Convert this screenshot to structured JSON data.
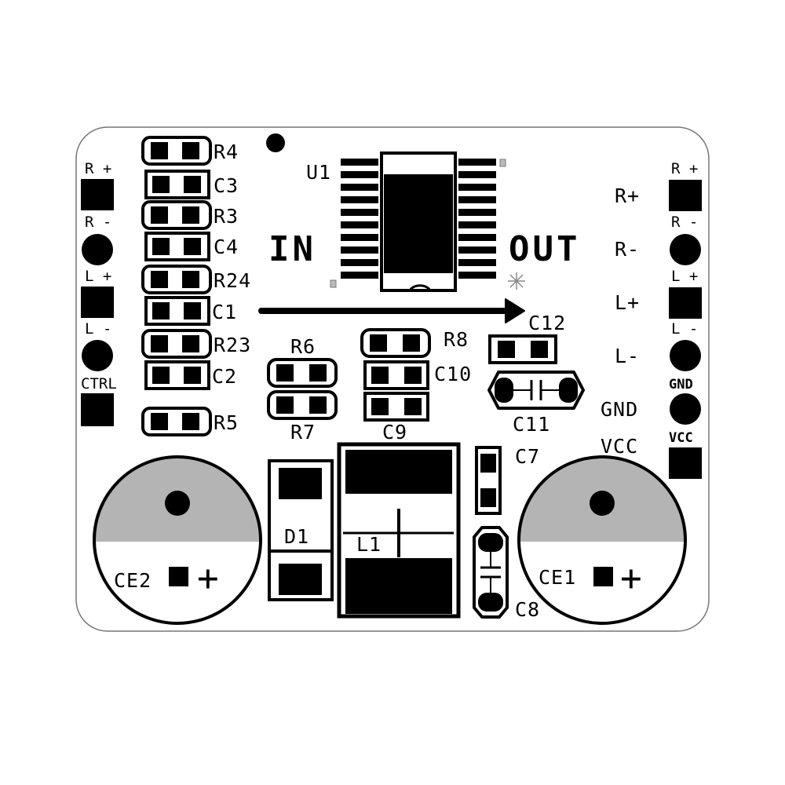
{
  "board": {
    "background": "#ffffff",
    "outline_color": "#777777",
    "ink_color": "#000000",
    "shade_color": "#b4b4b4"
  },
  "flow": {
    "in_label": "IN",
    "out_label": "OUT"
  },
  "ic": {
    "designator": "U1"
  },
  "left_pins": {
    "r_plus": "R +",
    "r_minus": "R -",
    "l_plus": "L +",
    "l_minus": "L -",
    "ctrl": "CTRL"
  },
  "right_pins": {
    "r_plus": "R +",
    "r_minus": "R -",
    "l_plus": "L +",
    "l_minus": "L -",
    "gnd": "GND",
    "vcc": "VCC"
  },
  "output_labels": {
    "r_plus": "R+",
    "r_minus": "R-",
    "l_plus": "L+",
    "l_minus": "L-",
    "gnd": "GND",
    "vcc": "VCC"
  },
  "left_components": [
    "R4",
    "C3",
    "R3",
    "C4",
    "R24",
    "C1",
    "R23",
    "C2",
    "R5"
  ],
  "mid_components": {
    "r6": "R6",
    "r7": "R7",
    "r8": "R8",
    "c10": "C10",
    "c9": "C9",
    "c12": "C12",
    "c11": "C11",
    "c7": "C7",
    "c8": "C8"
  },
  "power_components": {
    "d1": "D1",
    "l1": "L1",
    "ce1": "CE1",
    "ce2": "CE2",
    "polarity": "+"
  }
}
